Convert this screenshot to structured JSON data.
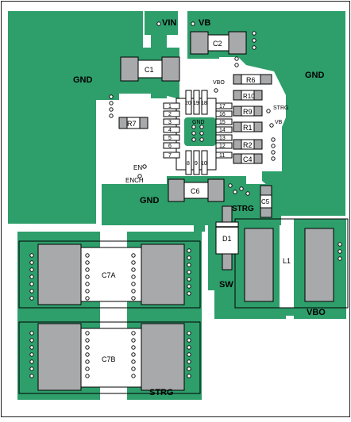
{
  "colors": {
    "copper": "#2e9e6b",
    "board": "#ffffff",
    "pad": "#a7a9ab",
    "silk": "#000000",
    "via_fill": "#ffffff",
    "via_ring": "#111111"
  },
  "labels": {
    "vin": "VIN",
    "vb_top": "VB",
    "gnd_left": "GND",
    "gnd_right": "GND",
    "gnd_center": "GND",
    "gnd_bottom": "GND",
    "vbo_small": "VBO",
    "strg_small": "STRG",
    "vb_small": "VB",
    "en": "EN",
    "ench": "ENCH",
    "strg_mid": "STRG",
    "sw": "SW",
    "vbo_bottom": "VBO",
    "strg_bottom": "STRG"
  },
  "components": {
    "c1": "C1",
    "c2": "C2",
    "r7": "R7",
    "r6": "R6",
    "r10": "R10",
    "r9": "R9",
    "r1": "R1",
    "r2": "R2",
    "c4": "C4",
    "c6": "C6",
    "c5": "C5",
    "d1": "D1",
    "l1": "L1",
    "c7a": "C7A",
    "c7b": "C7B"
  },
  "ic_pins": {
    "left": [
      "1",
      "2",
      "3",
      "4",
      "5",
      "6",
      "7"
    ],
    "right": [
      "17",
      "16",
      "15",
      "14",
      "13",
      "12",
      "11"
    ],
    "top": [
      "20",
      "19",
      "18"
    ],
    "bottom": [
      "8",
      "9",
      "10"
    ]
  }
}
